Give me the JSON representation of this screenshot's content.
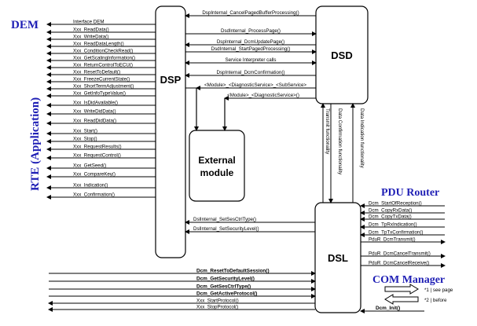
{
  "sections": {
    "dem": "DEM",
    "rte": "RTE (Application)",
    "pdu_router": "PDU Router",
    "com_manager": "COM Manager"
  },
  "boxes": {
    "dsp": "DSP",
    "dsd": "DSD",
    "dsl": "DSL",
    "external": [
      "External",
      "module"
    ]
  },
  "left_calls": [
    "Interface DEM",
    "Xxx_ReadData()",
    "Xxx_WriteData()",
    "Xxx_ReadDataLength()",
    "Xxx_ConditionCheckRead()",
    "Xxx_GetScalingInformation()",
    "Xxx_ReturnControlToECU()",
    "Xxx_ResetToDefault()",
    "Xxx_FreezeCurrentState()",
    "Xxx_ShortTermAdjustment()",
    "Xxx_GetInfoTypeValue()",
    "Xxx_IsDidAvailable()",
    "Xxx_WriteDidData()",
    "Xxx_ReadDidData()",
    "Xxx_Start()",
    "Xxx_Stop()",
    "Xxx_RequestResults()",
    "Xxx_RequestControl()",
    "Xxx_GetSeed()",
    "Xxx_CompareKey()",
    "Xxx_Indication()",
    "Xxx_Confirmation()"
  ],
  "dsp_dsd_calls": [
    "DspInternal_CancelPagedBufferProcessing()",
    "DsdInternal_ProcessPage()",
    "DspInternal_DcmUpdatePage()",
    "DsdInternal_StartPagedProcessing()",
    "Service Interpreter calls",
    "DspInternal_DcmConfirmation()",
    "<Module>_<DiagnosticService>_<SubService>",
    "<Module>_<DiagnosticService>()"
  ],
  "dsd_dsl_labels": [
    "Data Confirmation functionality",
    "Transmit functionality",
    "Data Indication functionality"
  ],
  "dsp_dsl_calls": [
    "DslInternal_SetSesCtrlType()",
    "DslInternal_SetSecurityLevel()"
  ],
  "pdu_calls": [
    "Dcm_StartOfReception()",
    "Dcm_CopyRxData()",
    "Dcm_CopyTxData()",
    "Dcm_TpRxIndication()",
    "Dcm_TpTxConfirmation()",
    "PduR_DcmTransmit()"
  ],
  "comm_calls": [
    "PduR_DcmCancelTransmit()",
    "PduR_DcmCancelReceive()"
  ],
  "bottom_calls": [
    "Dcm_ResetToDefaultSession()",
    "Dcm_GetSecurityLevel()",
    "Dcm_GetSesCtrlType()",
    "Dcm_GetActiveProtocol()",
    "Xxx_StartProtocol()",
    "Xxx_StopProtocol()"
  ],
  "legend": {
    "note1": "*1 | see page",
    "note2": "*2 | before"
  },
  "dcm_init": "Dcm_Init()"
}
